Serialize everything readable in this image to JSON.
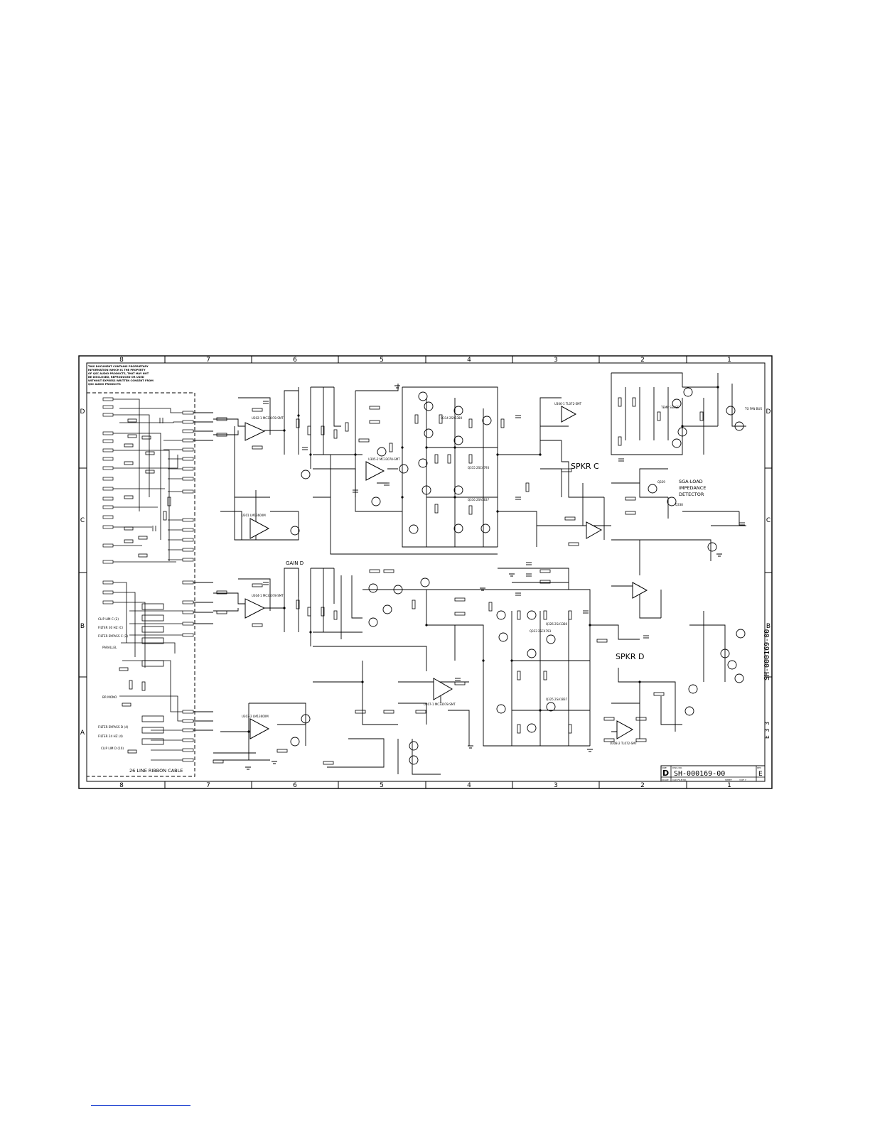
{
  "grid": {
    "columns": [
      "8",
      "7",
      "6",
      "5",
      "4",
      "3",
      "2",
      "1"
    ],
    "rows": [
      "D",
      "C",
      "B",
      "A"
    ]
  },
  "notice": [
    "THIS DOCUMENT CONTAINS PROPRIETARY",
    "INFORMATION WHICH IS THE PROPERTY",
    "OF QSC AUDIO PRODUCTS, THAT MAY NOT",
    "BE DISCLOSED, REPRODUCED OR USED",
    "WITHOUT EXPRESS WRITTEN CONSENT FROM",
    "QSC AUDIO PRODUCTS"
  ],
  "labels": {
    "ribbon_cable": "26 LINE RIBBON CABLE",
    "spkr_c": "SPKR C",
    "spkr_d": "SPKR D",
    "gain_d": "GAIN D",
    "detector": [
      "SGA-LOAD",
      "IMPEDANCE",
      "DETECTOR"
    ],
    "temp_sense": "TEMP SENSE",
    "to_fan_bus": "TO FAN BUS",
    "clip_limit_c": "CLIP LIM C (2)",
    "filter_30hz_c": "FILTER 30 HZ (C)",
    "filter_bypass_c": "FILTER BYPASS C (2)",
    "parallel": "PARALLEL",
    "filter_bypass_d": "FILTER BYPASS D (4)",
    "filter_24hz_d": "FILTER 24 HZ (4)",
    "clip_lim_d": "CLIP LIM D (10)",
    "bridge_mono": "BR MONO"
  },
  "ic_labels": {
    "u302": "U302-1 MC33078-SMT",
    "u301": "U301 LM13600M",
    "u304": "U304-1 MC33078-SMT",
    "u303": "U303-2 LM13600M",
    "u305": "U305-2 MC33078-SMT",
    "u306": "U306-1 TL072-SMT",
    "u308": "U308-2 TL072-SMT",
    "u307": "U307-1 MC33078-SMT"
  },
  "transistors": {
    "q314": "Q314 2SA1380",
    "q315": "Q315 2SC4793",
    "q316": "Q316 2SA1837",
    "q326": "Q326 2SA1380",
    "q323": "Q323 2SC4793",
    "q325": "Q325 2SA1837",
    "q338": "Q338",
    "q329": "Q329"
  },
  "title_block": {
    "size_label": "SIZE",
    "size": "D",
    "dwg_label": "DWG NO.",
    "number": "SH-000169-00",
    "rev_label": "REV",
    "rev": "E",
    "scale_label": "SCALE",
    "sheet_label": "SHEET",
    "sheet": "3 OF 7",
    "file_label": "CAD FILE NO."
  },
  "side_number": "SH-000169-00",
  "side_sheet": "E 3 3"
}
